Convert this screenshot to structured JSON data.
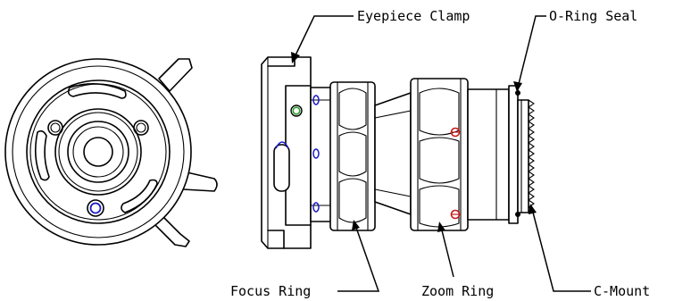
{
  "labels": {
    "eyepiece_clamp": "Eyepiece Clamp",
    "o_ring_seal": "O-Ring Seal",
    "focus_ring": "Focus Ring",
    "zoom_ring": "Zoom Ring",
    "c_mount": "C-Mount"
  },
  "colors": {
    "line": "#000000",
    "screw_blue": "#1a1ac8",
    "screw_green": "#2a9a2a",
    "marker_red": "#c81a1a"
  }
}
